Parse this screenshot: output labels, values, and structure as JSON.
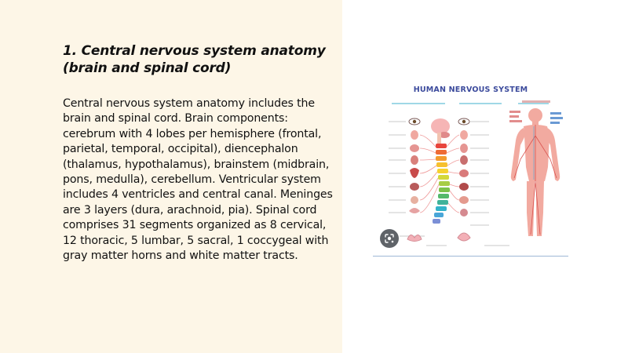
{
  "slide": {
    "title": "1. Central nervous system anatomy (brain and spinal cord)",
    "body": "Central nervous system anatomy includes the brain and spinal cord. Brain components: cerebrum with 4 lobes per hemisphere (frontal, parietal, temporal, occipital), diencephalon (thalamus, hypothalamus), brainstem (midbrain, pons, medulla), cerebellum. Ventricular system includes 4 ventricles and central canal. Meninges are 3 layers (dura, arachnoid, pia). Spinal cord comprises 31 segments organized as 8 cervical, 12 thoracic, 5 lumbar, 5 sacral, 1 coccygeal with gray matter horns and white matter tracts."
  },
  "figure": {
    "title": "HUMAN NERVOUS SYSTEM"
  },
  "overlay": {
    "icon": "lens-search-icon"
  },
  "colors": {
    "left_background": "#fdf6e7",
    "figure_title": "#3b4a9c",
    "body_silhouette": "#f2aaa0",
    "spine_rainbow": [
      "#e8453c",
      "#f39a2e",
      "#f6d12f",
      "#7cc24a",
      "#33b3c9"
    ]
  }
}
